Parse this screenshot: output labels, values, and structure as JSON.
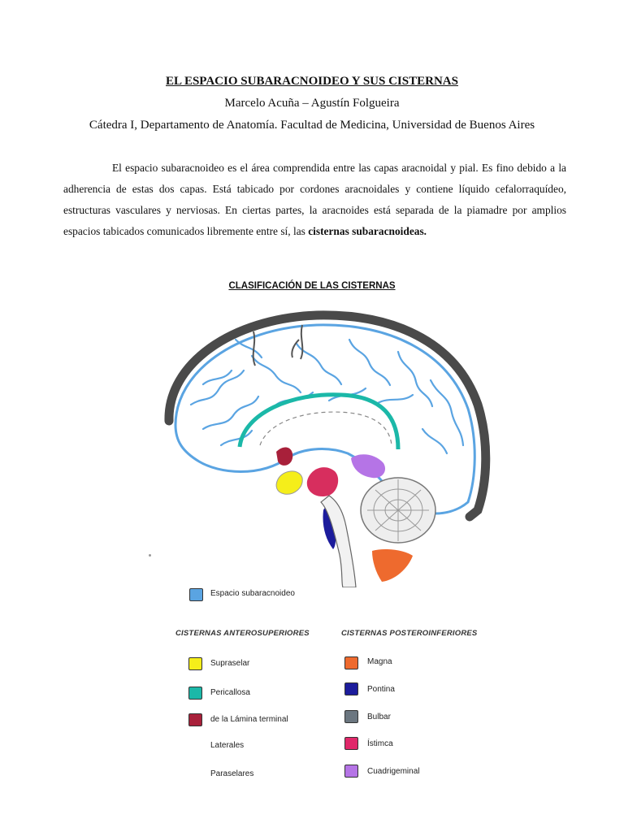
{
  "header": {
    "title": "EL ESPACIO SUBARACNOIDEO Y SUS CISTERNAS",
    "authors": "Marcelo Acuña – Agustín Folgueira",
    "affiliation": "Cátedra I, Departamento de Anatomía. Facultad de Medicina, Universidad de Buenos Aires"
  },
  "intro": {
    "text": "El espacio subaracnoideo es el área comprendida entre las capas aracnoidal y pial. Es fino debido a la adherencia de estas dos capas. Está tabicado por cordones aracnoidales y contiene líquido cefalorraquídeo, estructuras vasculares y nerviosas. En ciertas partes, la aracnoides está separada de la piamadre por amplios espacios tabicados comunicados libremente entre sí, las",
    "bold": "cisternas subaracnoideas."
  },
  "section_heading": "CLASIFICACIÓN DE LAS CISTERNAS",
  "figure": {
    "space_label": "Espacio subaracnoideo",
    "space_color": "#5aa4e2",
    "groups": {
      "anterior": "CISTERNAS ANTEROSUPERIORES",
      "posterior": "CISTERNAS POSTEROINFERIORES"
    },
    "anterior": [
      {
        "label": "Supraselar",
        "color": "#f5ee1a"
      },
      {
        "label": "Pericallosa",
        "color": "#1bb8a8"
      },
      {
        "label": "de la Lámina terminal",
        "color": "#a8203a"
      },
      {
        "label": "Laterales",
        "color": null
      },
      {
        "label": "Paraselares",
        "color": null
      }
    ],
    "posterior": [
      {
        "label": "Magna",
        "color": "#ee6a2e"
      },
      {
        "label": "Pontina",
        "color": "#1c1c9c"
      },
      {
        "label": "Bulbar",
        "color": "#6b7680"
      },
      {
        "label": "Ístimca",
        "color": "#e0286a"
      },
      {
        "label": "Cuadrigeminal",
        "color": "#b574e6"
      }
    ]
  }
}
